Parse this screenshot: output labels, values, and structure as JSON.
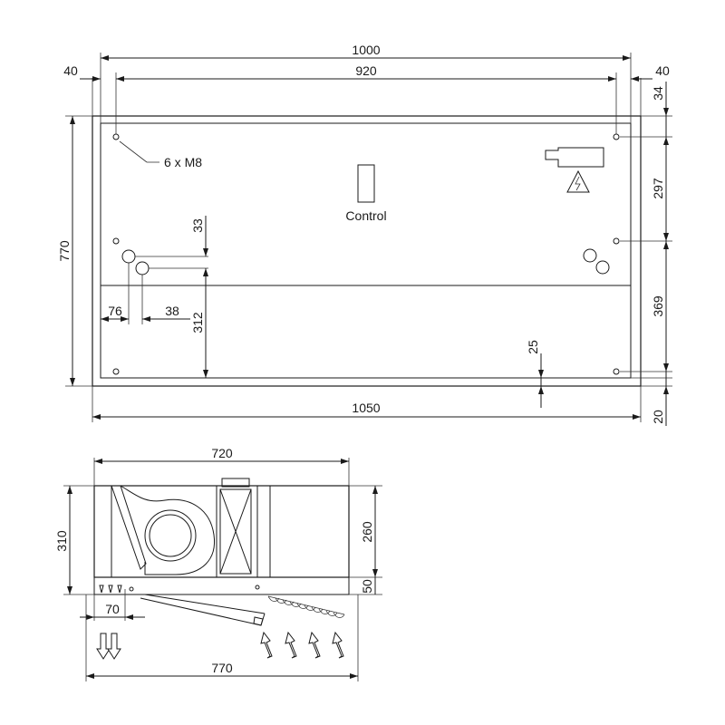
{
  "top_view": {
    "dims": {
      "overall_width_top": "1000",
      "margin_left": "40",
      "inner_width": "920",
      "margin_right": "40",
      "top_offset": "34",
      "right_upper_spacing": "297",
      "right_lower_spacing": "369",
      "bottom_offset": "20",
      "height_left": "770",
      "hole_vertical": "33",
      "hole_to_panel": "312",
      "hole_horizontal_a": "76",
      "hole_horizontal_b": "38",
      "bottom_gap": "25",
      "overall_width_bottom": "1050"
    },
    "labels": {
      "mounting_holes": "6 x M8",
      "control_box": "Control"
    }
  },
  "side_view": {
    "dims": {
      "top_width": "720",
      "height_total": "310",
      "body_height": "260",
      "base_height": "50",
      "outlet_offset": "70",
      "bottom_width": "770"
    }
  }
}
